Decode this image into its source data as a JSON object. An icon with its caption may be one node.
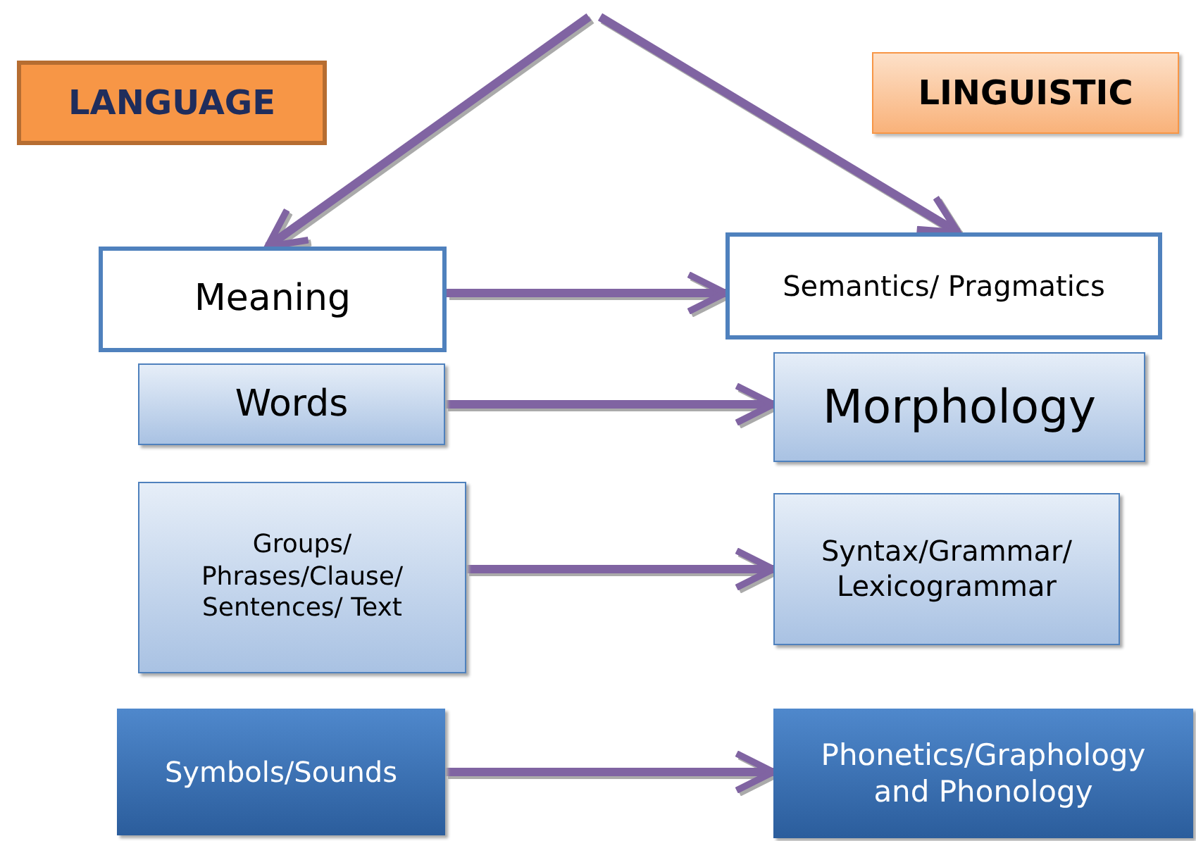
{
  "diagram": {
    "nodes": [
      {
        "text": [
          "LANGUAGE"
        ]
      },
      {
        "text": [
          "LINGUISTIC"
        ]
      },
      {
        "text": [
          "Meaning"
        ]
      },
      {
        "text": [
          "Semantics/ Pragmatics"
        ]
      },
      {
        "text": [
          "Words"
        ]
      },
      {
        "text": [
          "Morphology"
        ]
      },
      {
        "text": [
          "Groups/ Phrases/Clause/ Sentences/ Text"
        ]
      },
      {
        "text": [
          "Syntax/Grammar/ Lexicogrammar"
        ]
      },
      {
        "text": [
          "Symbols/Sounds"
        ]
      },
      {
        "text": [
          "Phonetics/Graphology and Phonology"
        ]
      }
    ],
    "edges": [
      {
        "from": null,
        "to": 2,
        "arrow": "to"
      },
      {
        "from": null,
        "to": 3,
        "arrow": "to"
      },
      {
        "from": 2,
        "to": 3,
        "arrow": "to"
      },
      {
        "from": 4,
        "to": 5,
        "arrow": "to"
      },
      {
        "from": 6,
        "to": 7,
        "arrow": "to"
      },
      {
        "from": 8,
        "to": 9,
        "arrow": "to"
      }
    ]
  }
}
